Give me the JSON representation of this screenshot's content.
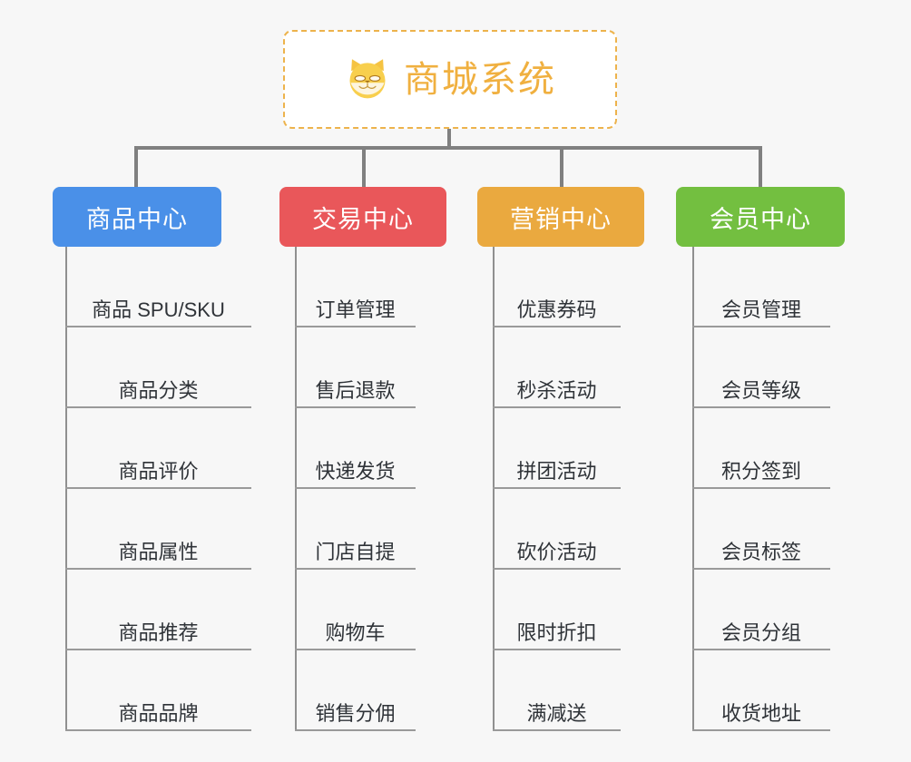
{
  "page": {
    "background_color": "#f7f7f7",
    "connector_color": "#808080"
  },
  "root": {
    "title": "商城系统",
    "icon": "shiba-dog-icon",
    "text_color": "#f0b040",
    "border_color": "#edb34c",
    "background_color": "#ffffff"
  },
  "branches": [
    {
      "label": "商品中心",
      "color": "#4a90e8",
      "items": [
        "商品 SPU/SKU",
        "商品分类",
        "商品评价",
        "商品属性",
        "商品推荐",
        "商品品牌"
      ]
    },
    {
      "label": "交易中心",
      "color": "#e9575a",
      "items": [
        "订单管理",
        "售后退款",
        "快递发货",
        "门店自提",
        "购物车",
        "销售分佣"
      ]
    },
    {
      "label": "营销中心",
      "color": "#eaa93f",
      "items": [
        "优惠券码",
        "秒杀活动",
        "拼团活动",
        "砍价活动",
        "限时折扣",
        "满减送"
      ]
    },
    {
      "label": "会员中心",
      "color": "#73bf40",
      "items": [
        "会员管理",
        "会员等级",
        "积分签到",
        "会员标签",
        "会员分组",
        "收货地址"
      ]
    }
  ]
}
